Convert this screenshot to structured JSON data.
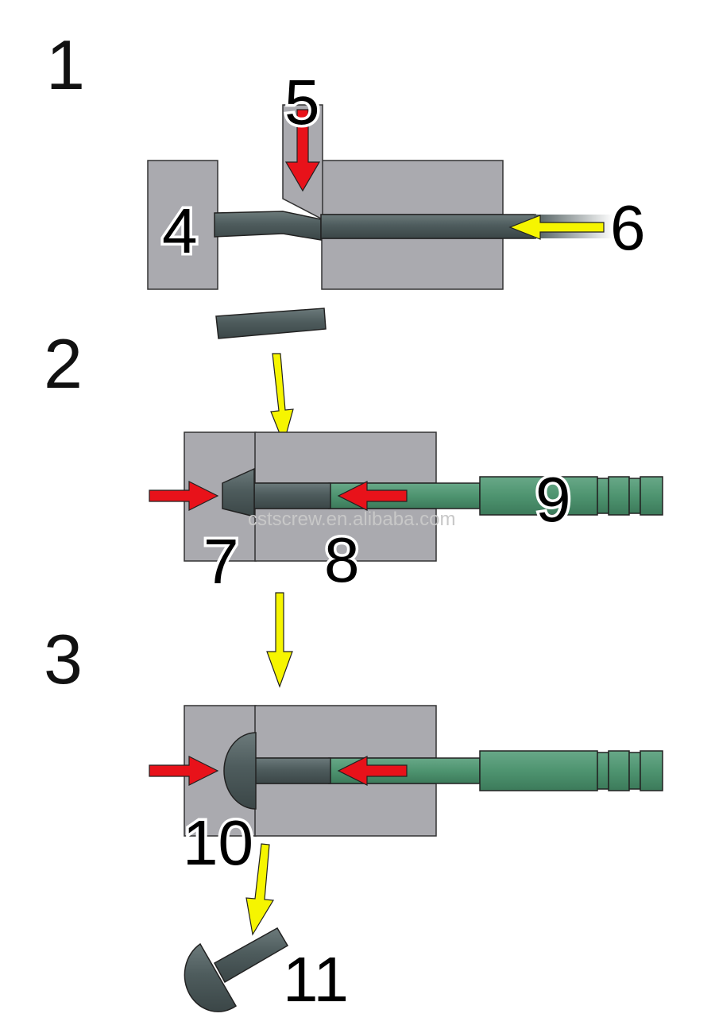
{
  "steps": [
    {
      "number": "1"
    },
    {
      "number": "2"
    },
    {
      "number": "3"
    }
  ],
  "callouts": {
    "c4": "4",
    "c5": "5",
    "c6": "6",
    "c7": "7",
    "c8": "8",
    "c9": "9",
    "c10": "10",
    "c11": "11"
  },
  "watermark": "cstscrew.en.alibaba.com",
  "colors": {
    "die_gray": "#aaaaaf",
    "wire_dark": "#4f5d5e",
    "punch_green": "#4e9470",
    "force_red": "#e8121a",
    "flow_yellow": "#f6f500"
  }
}
